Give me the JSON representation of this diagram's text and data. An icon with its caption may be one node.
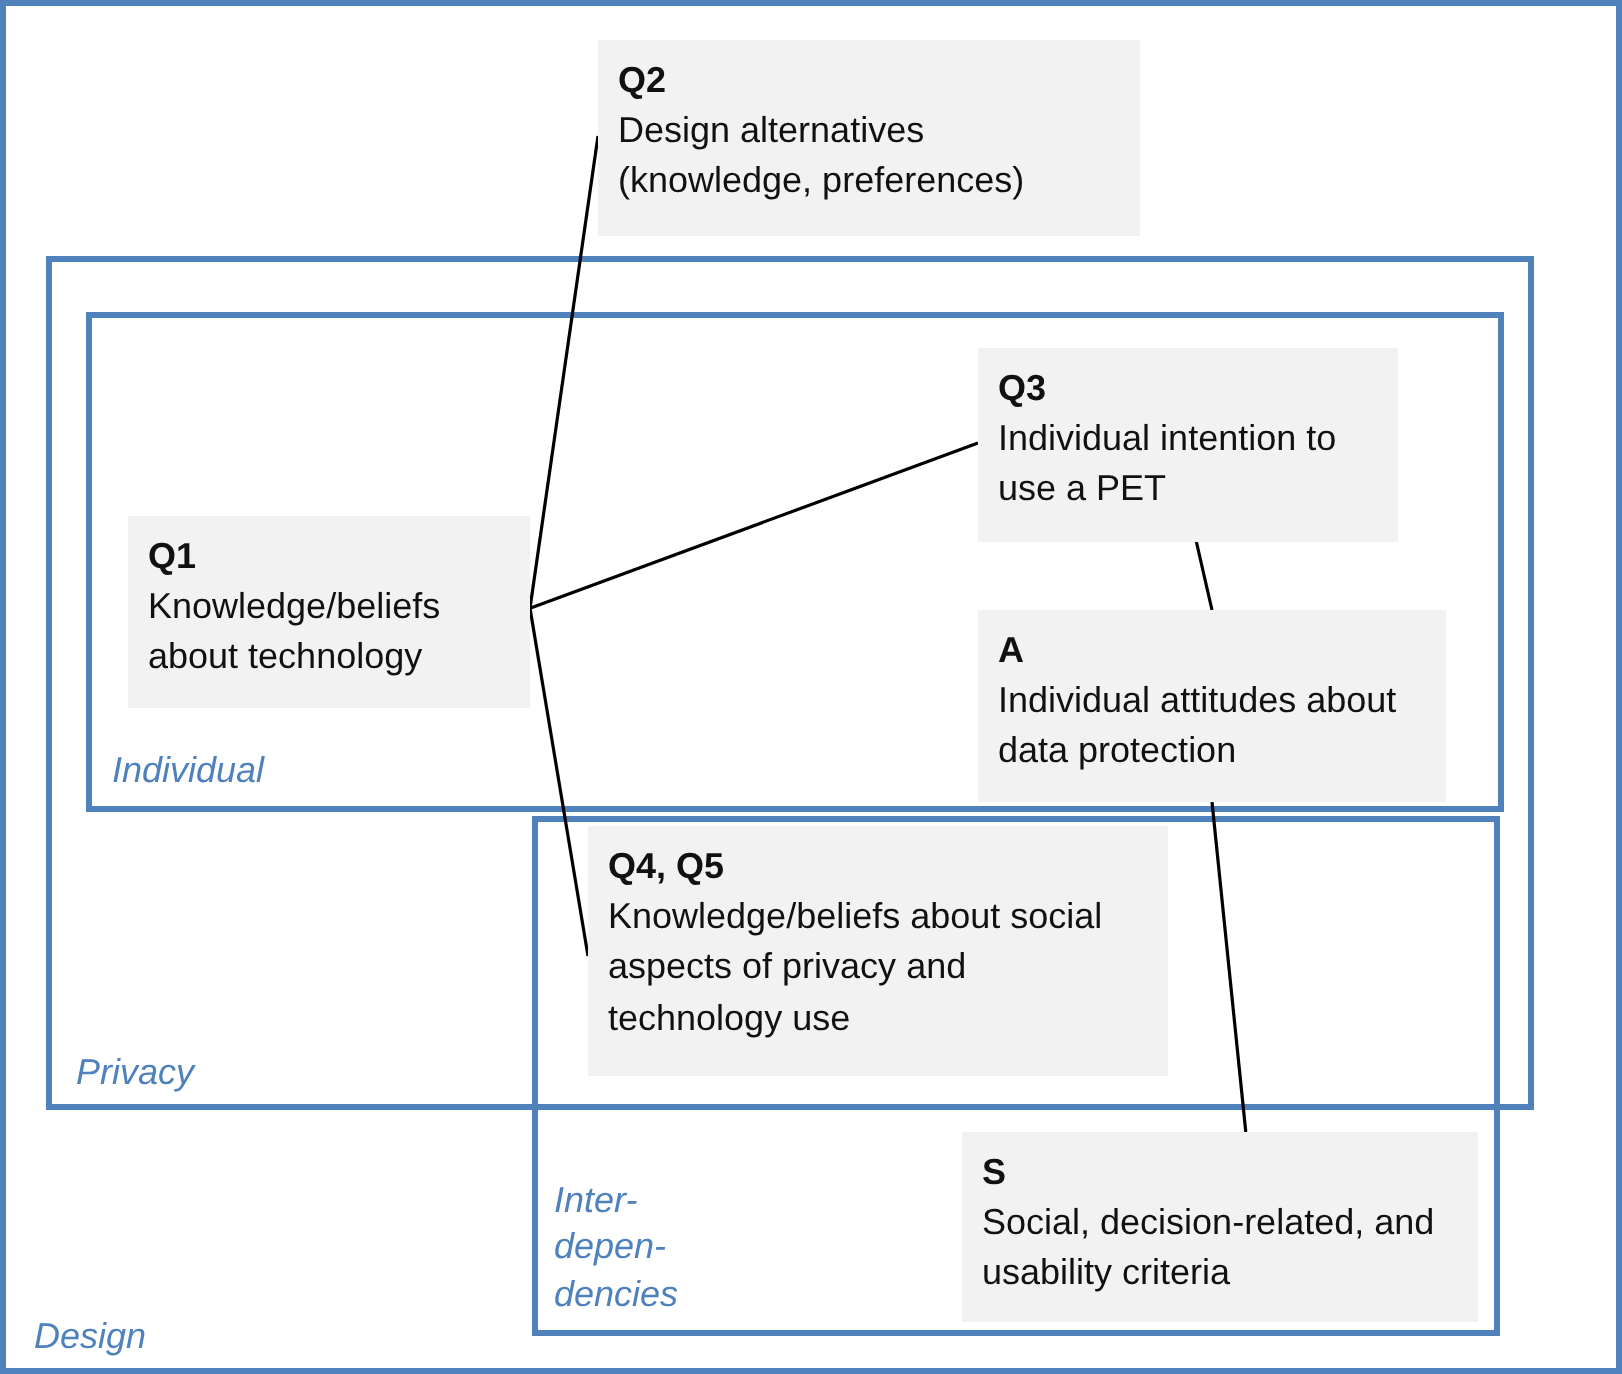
{
  "diagram": {
    "nodes": [
      {
        "text": [
          "Design"
        ]
      },
      {
        "text": [
          "Q2",
          "Design alternatives (knowledge, preferences)"
        ],
        "in": 0
      },
      {
        "text": [
          "Privacy"
        ],
        "in": 0
      },
      {
        "text": [
          "Individual"
        ],
        "in": 2
      },
      {
        "text": [
          "Q3",
          "Individual intention to use a PET"
        ],
        "in": 3
      },
      {
        "text": [
          "Q1",
          "Knowledge/beliefs about technology"
        ],
        "in": 3
      },
      {
        "text": [
          "A",
          "Individual attitudes about data protection"
        ],
        "in": 3
      },
      {
        "text": [
          "Inter- depen- dencies"
        ],
        "in": 0
      },
      {
        "text": [
          "Q4, Q5",
          "Knowledge/beliefs about social aspects of privacy and technology use"
        ]
      },
      {
        "text": [
          "S",
          "Social, decision-related, and usability criteria"
        ],
        "in": 7
      }
    ],
    "edges": [
      {
        "from": 5,
        "to": 1,
        "arrow": "none"
      },
      {
        "from": 5,
        "to": 4,
        "arrow": "none"
      },
      {
        "from": 5,
        "to": 8,
        "arrow": "none"
      },
      {
        "from": 4,
        "to": 6,
        "arrow": "none"
      },
      {
        "from": 6,
        "to": 9,
        "arrow": "none"
      }
    ]
  }
}
